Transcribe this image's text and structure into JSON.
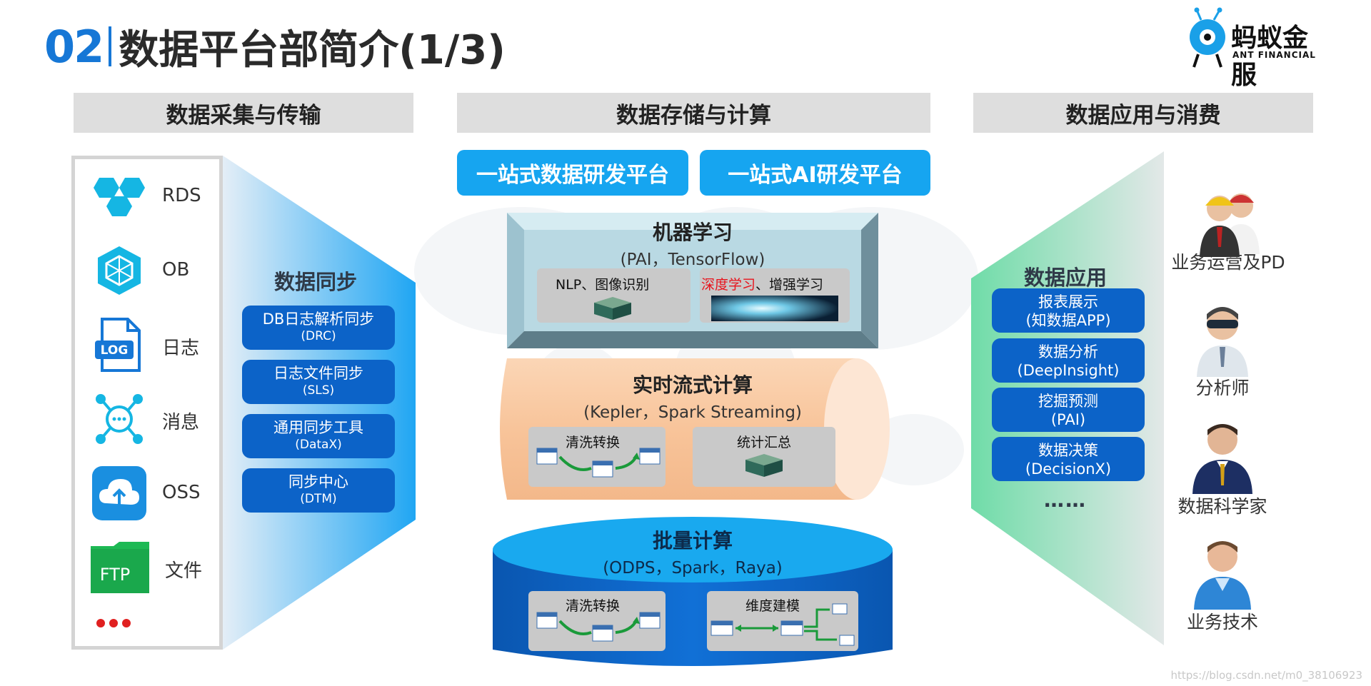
{
  "header": {
    "number": "02",
    "title": "数据平台部简介(1/3)"
  },
  "logo": {
    "cn": "蚂蚁金服",
    "en": "ANT FINANCIAL"
  },
  "columns": {
    "left": "数据采集与传输",
    "center": "数据存储与计算",
    "right": "数据应用与消费"
  },
  "sources": [
    {
      "label": "RDS",
      "icon": "rds-icon"
    },
    {
      "label": "OB",
      "icon": "ob-icon"
    },
    {
      "label": "日志",
      "icon": "log-file-icon",
      "icon_text": "LOG"
    },
    {
      "label": "消息",
      "icon": "message-hub-icon"
    },
    {
      "label": "OSS",
      "icon": "oss-cloud-icon"
    },
    {
      "label": "文件",
      "icon": "ftp-folder-icon",
      "icon_text": "FTP"
    }
  ],
  "sync": {
    "title": "数据同步",
    "items": [
      {
        "line1": "DB日志解析同步",
        "line2": "(DRC)"
      },
      {
        "line1": "日志文件同步",
        "line2": "(SLS)"
      },
      {
        "line1": "通用同步工具",
        "line2": "(DataX)"
      },
      {
        "line1": "同步中心",
        "line2": "(DTM)"
      }
    ]
  },
  "platforms": {
    "data": "一站式数据研发平台",
    "ai": "一站式AI研发平台"
  },
  "ml": {
    "title": "机器学习",
    "subtitle": "(PAI，TensorFlow)",
    "card1": "NLP、图像识别",
    "card2_highlight": "深度学习",
    "card2_rest": "、增强学习"
  },
  "stream": {
    "title": "实时流式计算",
    "subtitle": "(Kepler，Spark Streaming)",
    "card1": "清洗转换",
    "card2": "统计汇总"
  },
  "batch": {
    "title": "批量计算",
    "subtitle": "(ODPS，Spark，Raya)",
    "card1": "清洗转换",
    "card2": "维度建模"
  },
  "apps": {
    "title": "数据应用",
    "items": [
      {
        "line1": "报表展示",
        "line2": "(知数据APP)"
      },
      {
        "line1": "数据分析",
        "line2": "(DeepInsight)"
      },
      {
        "line1": "挖掘预测",
        "line2": "(PAI)"
      },
      {
        "line1": "数据决策",
        "line2": "(DecisionX)"
      }
    ],
    "more": "……"
  },
  "consumers": [
    {
      "label": "业务运营及PD",
      "icon": "operations-team-icon"
    },
    {
      "label": "分析师",
      "icon": "analyst-icon"
    },
    {
      "label": "数据科学家",
      "icon": "data-scientist-icon"
    },
    {
      "label": "业务技术",
      "icon": "engineer-icon"
    }
  ],
  "colors": {
    "accent_blue": "#1677d6",
    "pill_blue": "#0c63c8",
    "platform_blue": "#16a5f0",
    "stream_orange": "#f9c9a0",
    "batch_blue": "#0c5fbf",
    "ml_teal": "#b9d9e3",
    "app_green": "#7fdcae",
    "highlight_red": "#e8121b"
  },
  "watermark": "https://blog.csdn.net/m0_38106923"
}
